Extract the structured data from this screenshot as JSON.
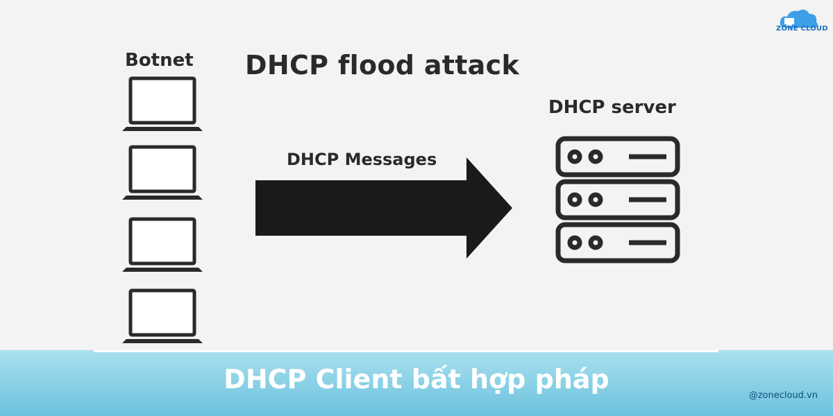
{
  "diagram": {
    "title": "DHCP flood attack",
    "botnet_label": "Botnet",
    "server_label": "DHCP server",
    "arrow_label": "DHCP Messages",
    "laptop_count_icons": [
      "laptop-icon",
      "laptop-icon",
      "laptop-icon",
      "laptop-icon"
    ],
    "server_icon": "server-rack-icon"
  },
  "logo": {
    "text": "ZONE CLOUD",
    "icon": "cloud-icon",
    "color": "#1b6fc6"
  },
  "banner": {
    "title": "DHCP Client bất hợp pháp",
    "handle": "@zonecloud.vn",
    "color": "#6cc2de"
  }
}
